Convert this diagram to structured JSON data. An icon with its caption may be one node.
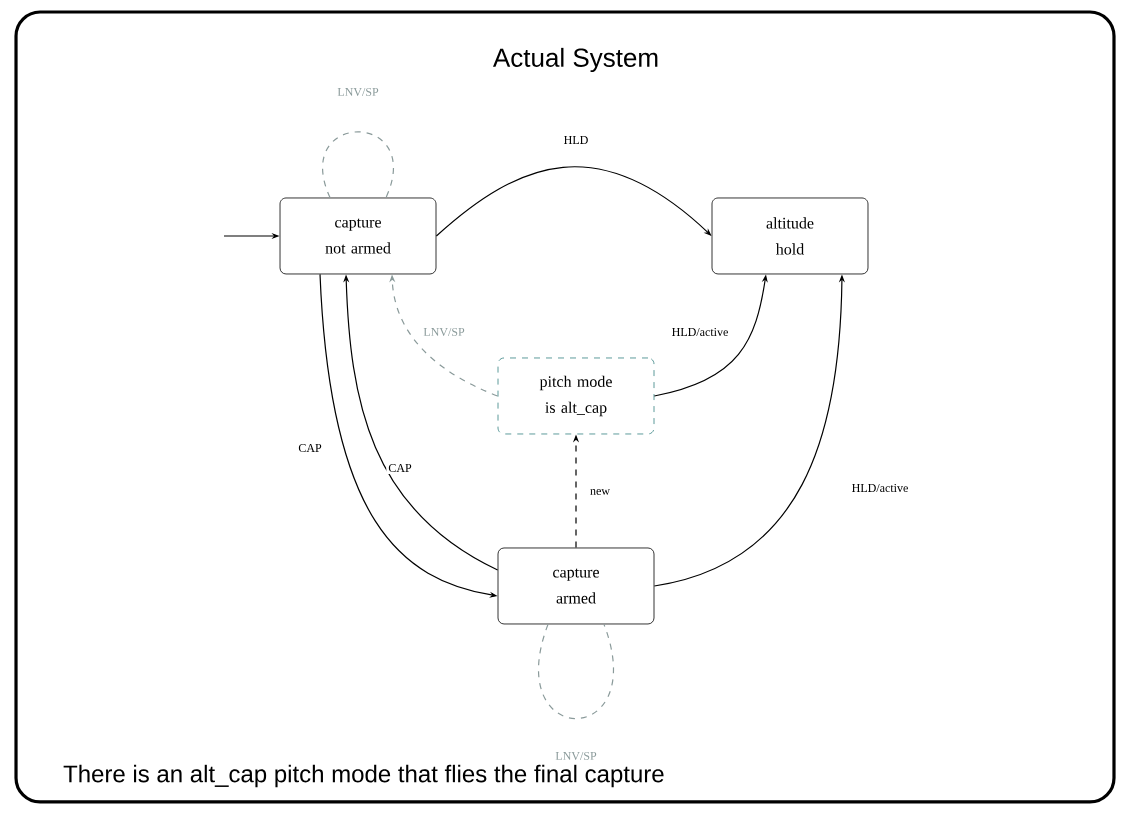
{
  "diagram": {
    "title": "Actual System",
    "caption": "There is an alt_cap pitch mode that flies the final capture",
    "nodes": [
      {
        "text": [
          "capture not armed"
        ]
      },
      {
        "text": [
          "altitude hold"
        ]
      },
      {
        "text": [
          "pitch mode is alt_cap"
        ]
      },
      {
        "text": [
          "capture armed"
        ]
      }
    ],
    "edges": [
      {
        "from": null,
        "to": 0,
        "arrow": "to"
      },
      {
        "from": 0,
        "to": 0,
        "arrow": "none",
        "label": "LNV/SP",
        "style": "dashed",
        "color": "#8a9a9a"
      },
      {
        "from": 0,
        "to": 1,
        "arrow": "to",
        "label": "HLD"
      },
      {
        "from": 2,
        "to": 0,
        "arrow": "to",
        "label": "LNV/SP",
        "style": "dashed",
        "color": "#8a9a9a"
      },
      {
        "from": 2,
        "to": 1,
        "arrow": "to",
        "label": "HLD/active"
      },
      {
        "from": 3,
        "to": 2,
        "arrow": "to",
        "label": "new",
        "style": "dashed"
      },
      {
        "from": 0,
        "to": 3,
        "arrow": "to",
        "label": "CAP"
      },
      {
        "from": 3,
        "to": 0,
        "arrow": "to",
        "label": "CAP"
      },
      {
        "from": 3,
        "to": 1,
        "arrow": "to",
        "label": "HLD/active"
      },
      {
        "from": 3,
        "to": 3,
        "arrow": "none",
        "label": "LNV/SP",
        "style": "dashed",
        "color": "#8a9a9a"
      }
    ]
  }
}
